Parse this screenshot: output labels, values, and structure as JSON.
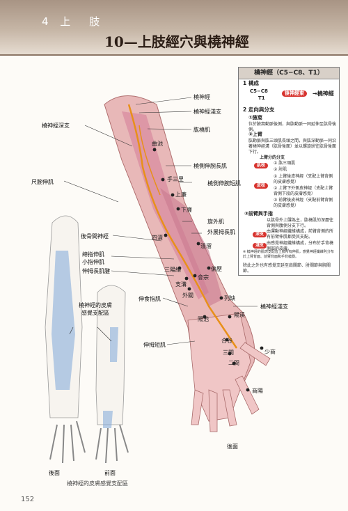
{
  "header": {
    "chapter": "4 上　肢",
    "title": "10—上肢經穴與橈神經"
  },
  "box": {
    "title": "橈神經（C5−C8、T1）",
    "s1": "1 構成",
    "roots": "C5−C8",
    "roots2": "T1",
    "trunk": "後神經束",
    "nerve": "→橈神經",
    "s2": "2 走向與分支",
    "s2a": "①腋窩",
    "s2a_text": "位於腋窩動脈後側，與肱動脈一同延伸至肱骨後側。",
    "s2b": "②上臂",
    "s2b_text": "肱動脈與肱三頭肌長頭之間，與肱深動脈一同沿著橈神經溝（肱骨後面）並以螺旋狀往肱骨後面下行。",
    "s2c": "上臂分的分支",
    "br1": "肌枝",
    "br1a": "① 肱三頭肌",
    "br1b": "② 肘肌",
    "br2": "皮枝",
    "br2a": "① 上臂後皮神經（支配上臂背側的皮膚感覺）",
    "br2b": "② 上臂下外側皮神經（支配上臂背側下段的皮膚感覺）",
    "br2c": "③ 前臂後皮神經（支配前臂背側的皮膚感覺）",
    "s3": "③前臂與手指",
    "s3_text": "以肱骨外上髁為主，肱橈肌的深層往背側與腹側分支下行。",
    "deep": "深支",
    "deep_text": "由運動神經纖維構成，前臂背側的所有前臂伸肌都受其支配。",
    "sup": "淺支",
    "sup_text": "由感覺神經纖維構成，分布於手背橈側部的皮膚。",
    "note": "※ 橈神經的肌肉支配皆上肢所有伸肌，感覺神經纖維則分布於上臂背面、前臂背面和手背橈側。",
    "note2": "除此之外也有感覺支延至肩關節、肘關節與腕關節。"
  },
  "labels": {
    "radial_nerve": "橈神經",
    "sup_branch": "橈神經淺支",
    "brachio": "肱橈肌",
    "deep_branch": "橈神經深支",
    "quchi": "曲池",
    "shousanli": "手三里",
    "shanglian": "上廉",
    "xialian": "下廉",
    "ecrl": "橈側伸腕長肌",
    "fcu": "尺腕伸肌",
    "ecrb": "橈側伸腕短肌",
    "supinator": "旋外肌",
    "apl": "外展拇長肌",
    "pin": "後骨間神經",
    "sidu": "四瀆",
    "wenliu": "溫溜",
    "edm": "總指伸肌",
    "edmm": "小指伸肌",
    "epl": "伸拇長肌腱",
    "sanyangluo": "三陽絡",
    "pianli": "偏歷",
    "zhigou": "支溝",
    "huizong": "會宗",
    "waiguan": "外關",
    "eip": "伸食指肌",
    "lieque": "列缺",
    "sup_branch2": "橈神經淺支",
    "yangchi": "陽池",
    "yangxi": "陽溪",
    "epb": "伸拇短肌",
    "hegu": "合谷",
    "erjian": "二間",
    "sanjian": "三間",
    "shaoshang": "少商",
    "shangyang": "商陽",
    "dermatome": "橈神經的皮膚感覺支配區",
    "back": "後面",
    "back2": "後面",
    "front": "前面",
    "footer": "橈神經的皮膚感覺支配區",
    "page": "152"
  },
  "colors": {
    "header": "#b6a494",
    "red": "#d7342f",
    "nerve": "#e8901a",
    "muscle": "#d98ca0",
    "skin": "#7fa7d8"
  }
}
